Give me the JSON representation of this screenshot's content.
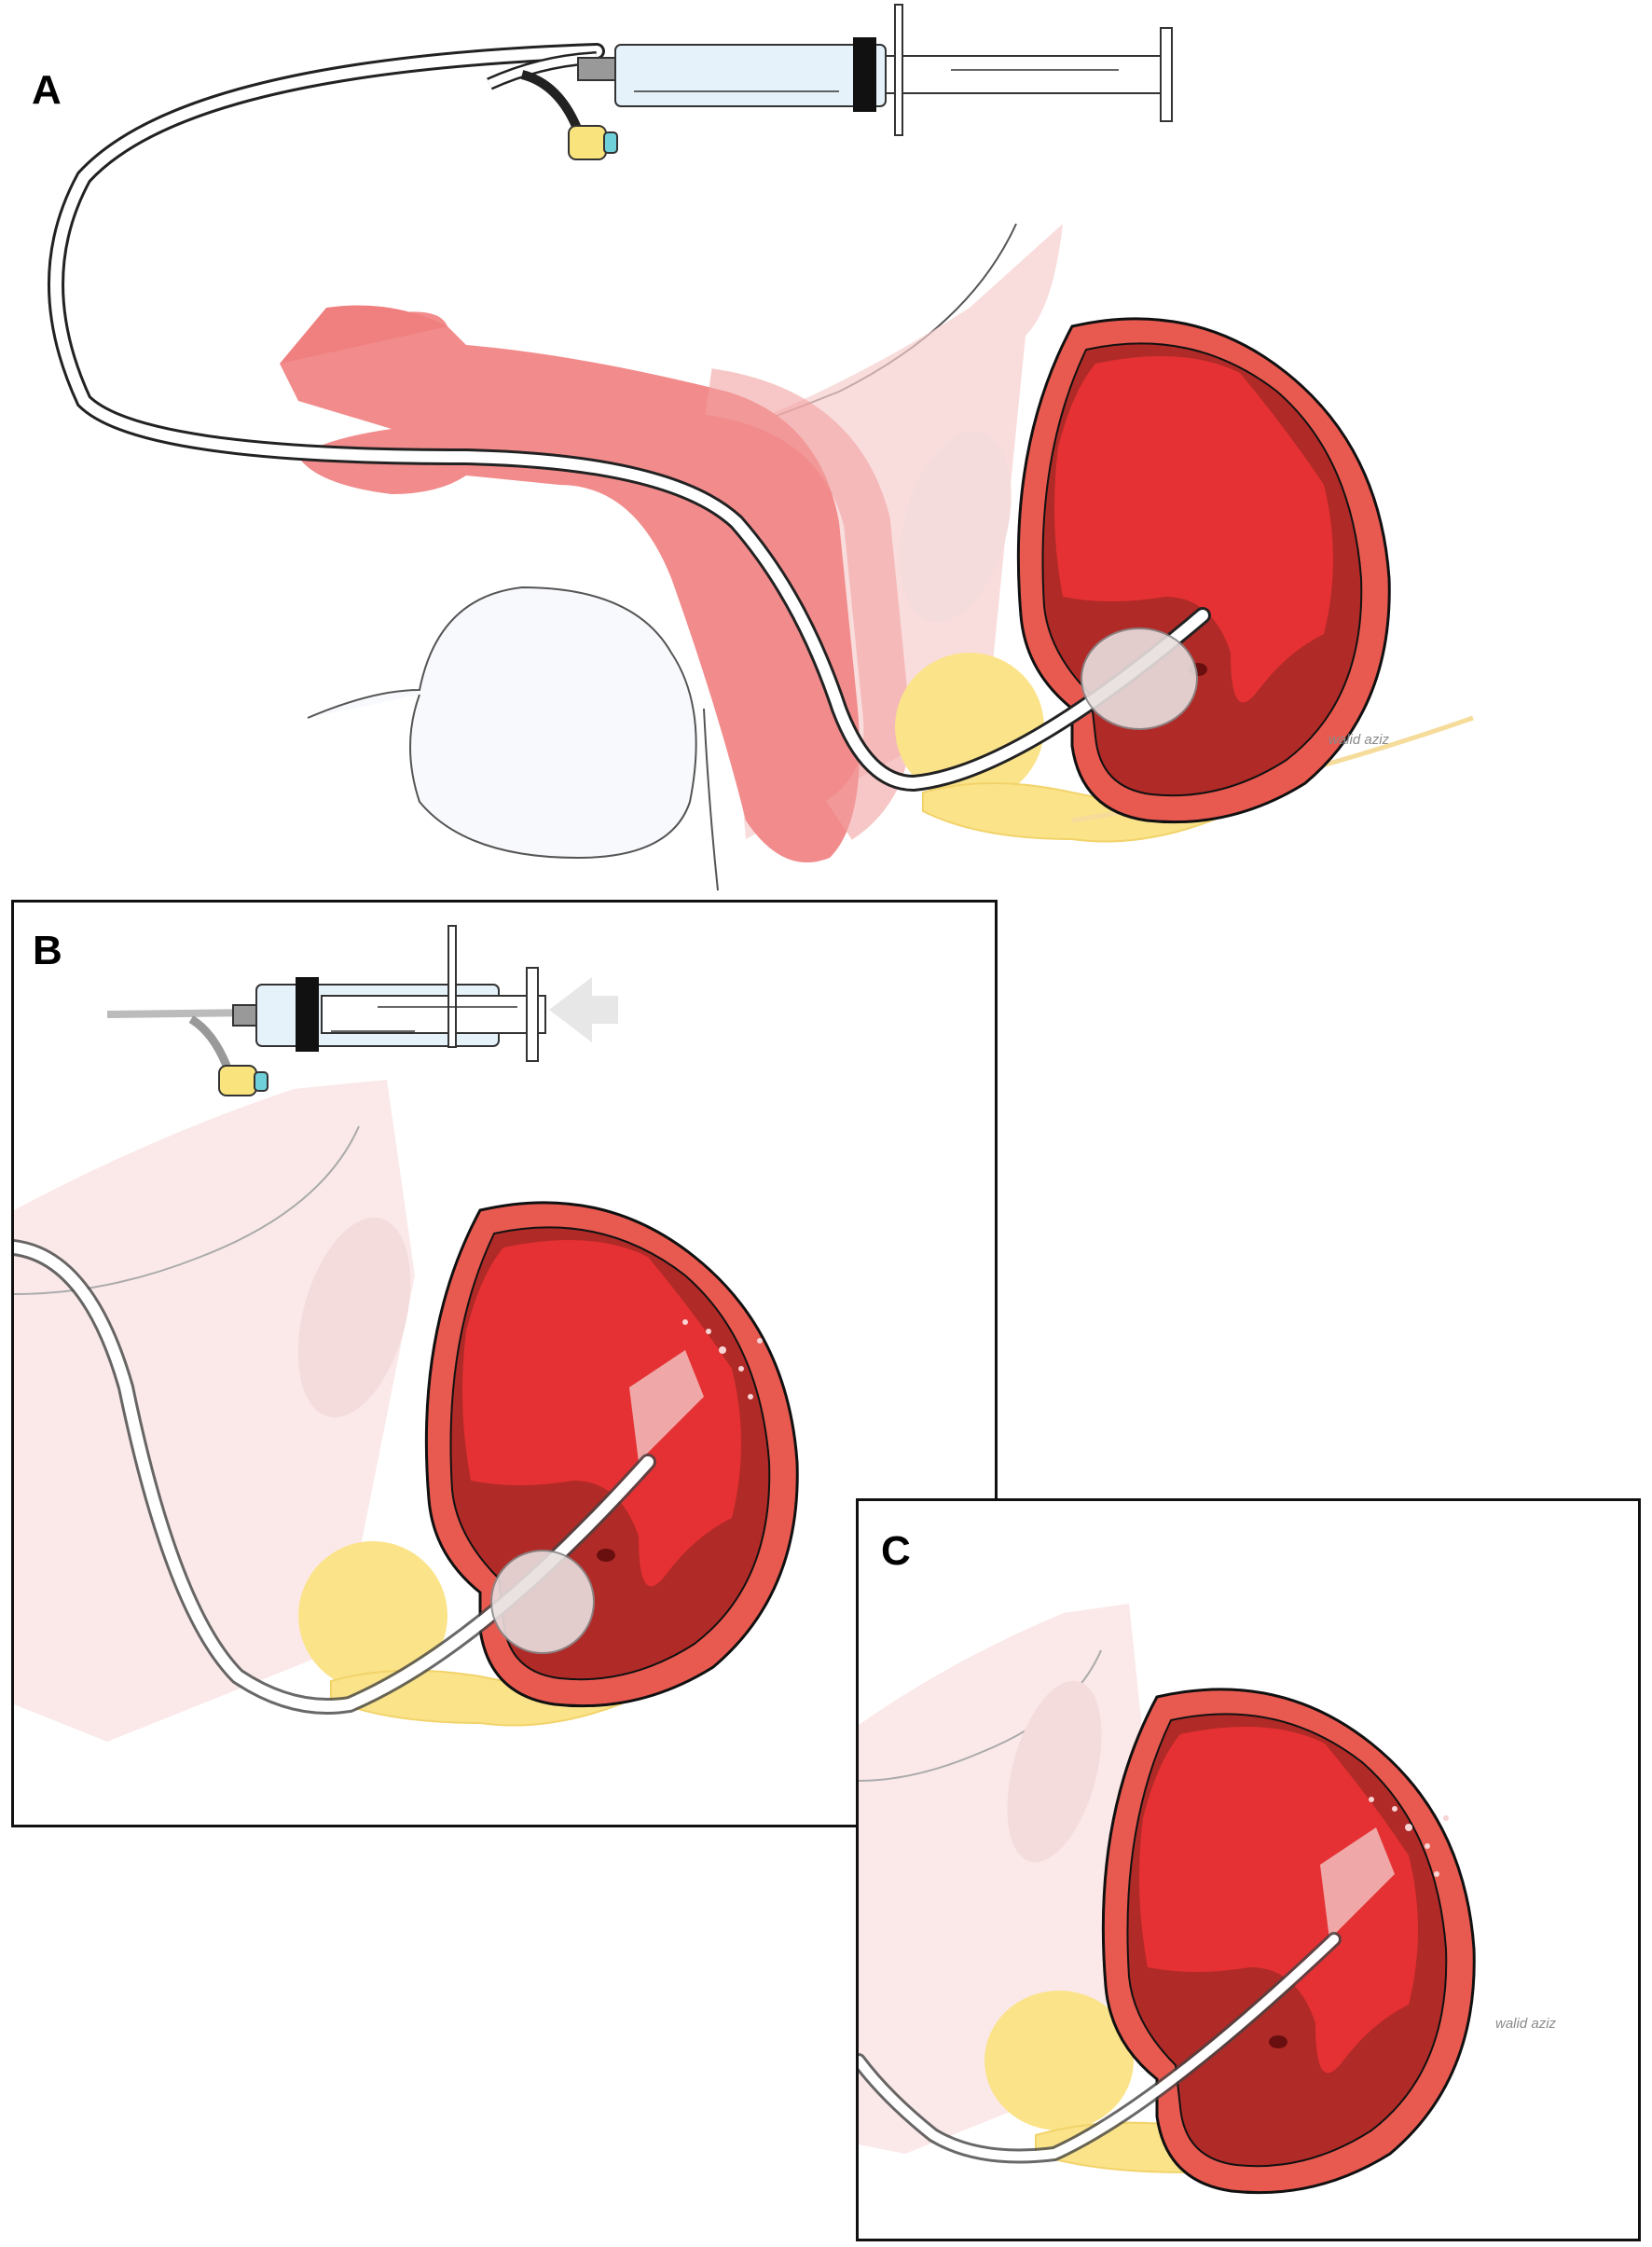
{
  "panels": [
    {
      "id": "a",
      "label": "A",
      "signature": "walid aziz"
    },
    {
      "id": "b",
      "label": "B",
      "signature": ""
    },
    {
      "id": "c",
      "label": "C",
      "signature": "walid aziz"
    }
  ],
  "colors": {
    "bladder_outer": "#e85a50",
    "bladder_wall": "#b02a27",
    "bladder_lumen": "#e53133",
    "penis_pink": "#f28b8b",
    "soft_tissue": "#f6c2c2",
    "pubic_bone": "#f4dcdc",
    "prostate_yellow": "#fbe38a",
    "balloon": "#e8dede",
    "syringe_barrel": "#e6f2f9",
    "catheter_tip_yellow": "#f8e37c",
    "catheter_tip_cyan": "#6fd0d9",
    "arrow_grey": "#e7e7e7",
    "scrotum": "#f7f9fc"
  },
  "icons": {
    "syringe": "syringe-icon",
    "push_arrow": "arrow-left-icon",
    "jet_spray": "spray-icon"
  }
}
